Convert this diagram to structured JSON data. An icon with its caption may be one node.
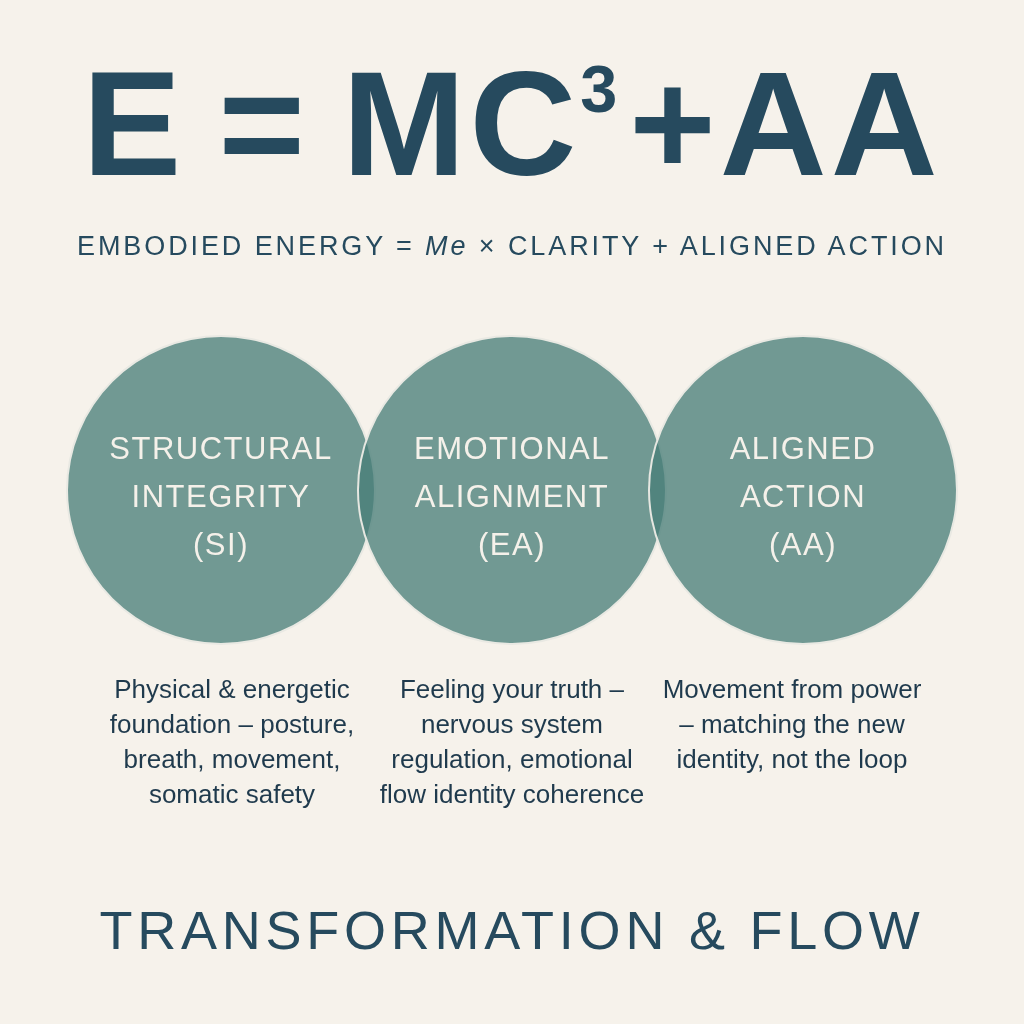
{
  "diagram": {
    "title": "E = MC$^{3}$+AA",
    "caption": "TRANSFORMATION & FLOW",
    "labels": [
      "EMBODIED ENERGY = *Me* × CLARITY + ALIGNED ACTION"
    ],
    "nodes": [
      {
        "text": [
          "STRUCTURAL INTEGRITY",
          "(SI)"
        ],
        "beside": [
          "Physical & energetic foundation – posture, breath, movement, somatic safety"
        ]
      },
      {
        "text": [
          "EMOTIONAL ALIGNMENT",
          "(EA)"
        ],
        "beside": [
          "Feeling your truth – nervous system regulation, emotional flow identity coherence"
        ]
      },
      {
        "text": [
          "ALIGNED ACTION",
          "(AA)"
        ],
        "beside": [
          "Movement from power – matching the new identity, not the loop"
        ]
      }
    ]
  }
}
